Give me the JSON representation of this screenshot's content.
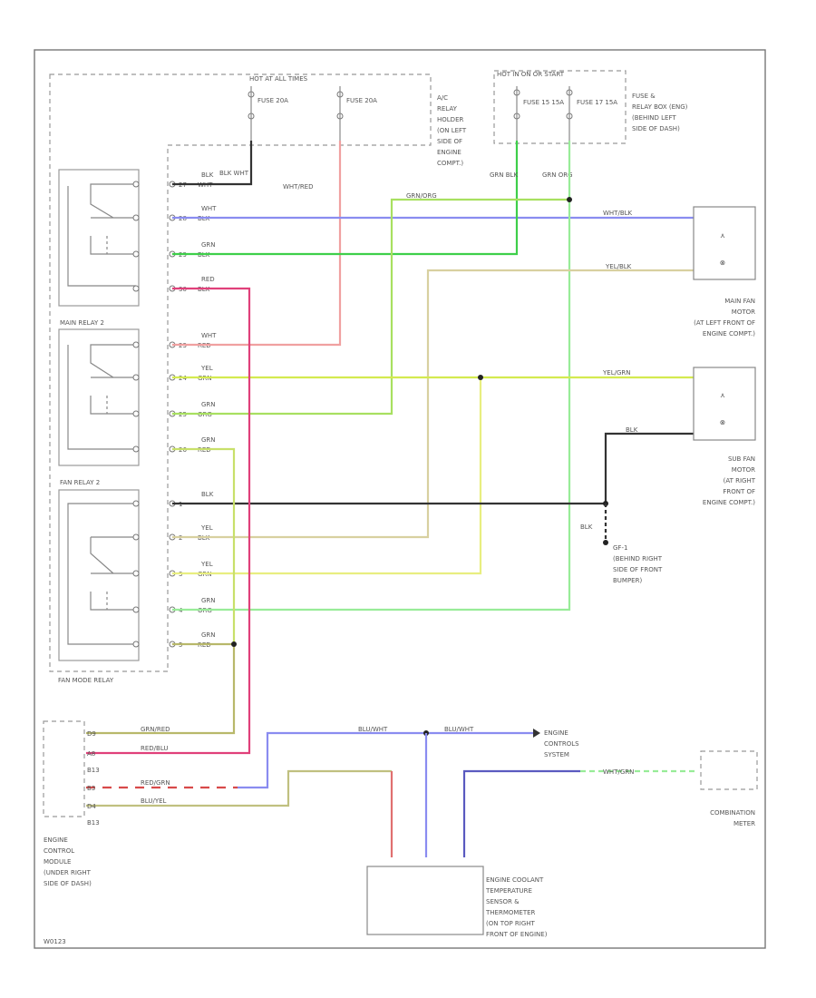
{
  "title": "",
  "footer_code": "W0123",
  "components": {
    "hot_at_all_times": "HOT AT ALL TIMES",
    "hot_in_on_start": "HOT IN ON OR START",
    "fuse_20a_1": "FUSE 20A",
    "fuse_20a_2": "FUSE 20A",
    "fuse_15a": "FUSE 15 15A",
    "fuse_17": "FUSE 17 15A",
    "ac_relay_holder": [
      "A/C",
      "RELAY",
      "HOLDER",
      "(ON LEFT",
      "SIDE OF",
      "ENGINE",
      "COMPT.)"
    ],
    "fuse_relay_box": [
      "FUSE &",
      "RELAY BOX (ENG)",
      "(BEHIND LEFT",
      "SIDE OF DASH)"
    ],
    "main_fan_motor": [
      "MAIN FAN",
      "MOTOR",
      "(AT LEFT FRONT OF",
      "ENGINE COMPT.)"
    ],
    "sub_fan_motor": [
      "SUB FAN",
      "MOTOR",
      "(AT RIGHT",
      "FRONT OF",
      "ENGINE COMPT.)"
    ],
    "ground_g1": [
      "GF-1",
      "(BEHIND RIGHT",
      "SIDE OF FRONT",
      "BUMPER)"
    ],
    "main_relay_2": "MAIN RELAY 2",
    "fan_relay_2": "FAN RELAY 2",
    "fan_mode_relay": "FAN MODE RELAY",
    "ecm": [
      "ENGINE",
      "CONTROL",
      "MODULE",
      "(UNDER RIGHT",
      "SIDE OF DASH)"
    ],
    "engine_controls": [
      "ENGINE",
      "CONTROLS",
      "SYSTEM"
    ],
    "combination_meter": [
      "COMBINATION",
      "METER"
    ],
    "coolant_sensor": [
      "ENGINE COOLANT",
      "TEMPERATURE",
      "SENSOR &",
      "THERMOMETER",
      "(ON TOP RIGHT",
      "FRONT OF ENGINE)"
    ]
  },
  "wire_labels": {
    "blk_wht": "BLK WHT",
    "wht_red": "WHT/RED",
    "grn_blk": "GRN BLK",
    "grn_org": "GRN ORG",
    "grn_org_top": "GRN/ORG",
    "wht_blk": "WHT/BLK",
    "yel_blk": "YEL/BLK",
    "yel_grn": "YEL/GRN",
    "blk": "BLK",
    "org_red": "GRN/RED",
    "red_blu": "RED/BLU",
    "red_grn": "RED/GRN",
    "blu_yel": "BLU/YEL",
    "blu_wht": "BLU/WHT",
    "wht_grn": "WHT/GRN"
  },
  "relay_pins": {
    "top_relay": [
      {
        "pin": "27",
        "wire": "BLK WHT"
      },
      {
        "pin": "28",
        "wire": "WHT BLK"
      },
      {
        "pin": "29",
        "wire": "GRN BLK"
      },
      {
        "pin": "30",
        "wire": "RED BLK"
      }
    ],
    "main_relay_2": [
      {
        "pin": "23",
        "wire": "WHT RED"
      },
      {
        "pin": "24",
        "wire": "YEL GRN"
      },
      {
        "pin": "25",
        "wire": "GRN ORG"
      },
      {
        "pin": "26",
        "wire": "GRN RED"
      }
    ],
    "fan_relay_2": [
      {
        "pin": "1",
        "wire": "BLK"
      },
      {
        "pin": "2",
        "wire": "YEL BLK"
      },
      {
        "pin": "3",
        "wire": "YEL GRN"
      },
      {
        "pin": "4",
        "wire": "GRN ORG"
      },
      {
        "pin": "5",
        "wire": "GRN RED"
      }
    ]
  },
  "ecm_pins": [
    {
      "pin": "D9",
      "wire": "GRN/RED"
    },
    {
      "pin": "A8",
      "wire": "RED/BLU"
    },
    {
      "pin": "B13",
      "wire": ""
    },
    {
      "pin": "B3",
      "wire": "RED/GRN"
    },
    {
      "pin": "D4",
      "wire": "BLU/YEL"
    },
    {
      "pin": "B13b",
      "wire": ""
    }
  ],
  "colors": {
    "blue": "#8a8cf0",
    "green": "#3ecf4a",
    "yellow_green": "#c6e24a",
    "olive": "#b8b86a",
    "red": "#f08a8a",
    "magenta": "#e0407a",
    "black": "#333333",
    "light_green": "#98ec98",
    "dark_red": "#d84a4a"
  }
}
